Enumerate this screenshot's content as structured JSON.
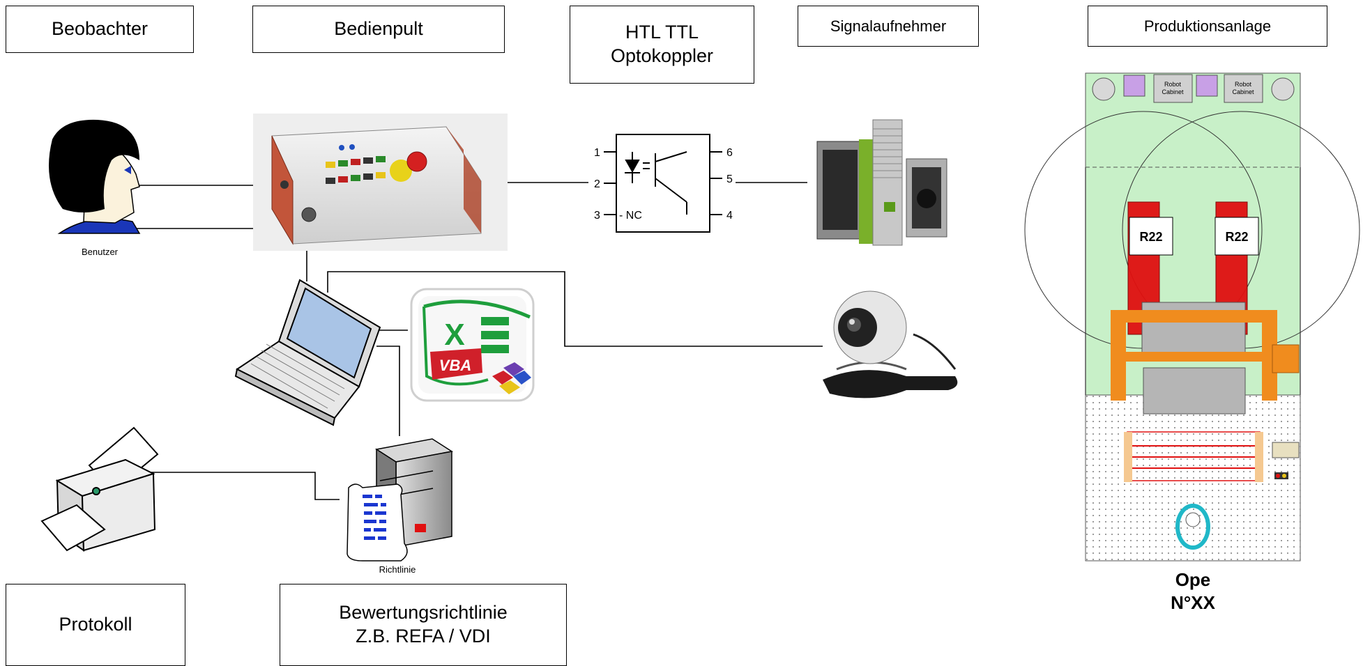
{
  "boxes": {
    "beobachter": "Beobachter",
    "bedienpult": "Bedienpult",
    "htl_line1": "HTL TTL",
    "htl_line2": "Optokoppler",
    "signalaufnehmer": "Signalaufnehmer",
    "produktionsanlage": "Produktionsanlage",
    "protokoll": "Protokoll",
    "bewertung_line1": "Bewertungsrichtlinie",
    "bewertung_line2": "Z.B. REFA / VDI"
  },
  "labels": {
    "benutzer": "Benutzer",
    "richtlinie": "Richtlinie",
    "vba": "VBA",
    "excel_x": "X",
    "ope_line1": "Ope",
    "ope_line2": "N°XX",
    "robot_cabinet_1": "Robot",
    "robot_cabinet_2": "Cabinet",
    "robot_1": "R22",
    "robot_2": "R22",
    "opto_pin1": "1",
    "opto_pin2": "2",
    "opto_pin3": "3",
    "opto_pin4": "4",
    "opto_pin5": "5",
    "opto_pin6": "6",
    "opto_nc": "- NC"
  },
  "icons": [
    "observer-head-icon",
    "control-panel-icon",
    "optocoupler-schematic-icon",
    "sensor-group-icon",
    "webcam-icon",
    "laptop-icon",
    "excel-vba-icon",
    "printer-icon",
    "server-icon",
    "document-scroll-icon",
    "production-cell-layout"
  ],
  "colors": {
    "line": "#000000",
    "cell_green": "#c8f0c8",
    "robot_red": "#e01010",
    "fixture_orange": "#f08c1e",
    "cabinet_gray": "#d0d0d0",
    "excel_green": "#1e9e3c",
    "vba_red": "#d0202a",
    "server_gray": "#9a9a9a"
  }
}
